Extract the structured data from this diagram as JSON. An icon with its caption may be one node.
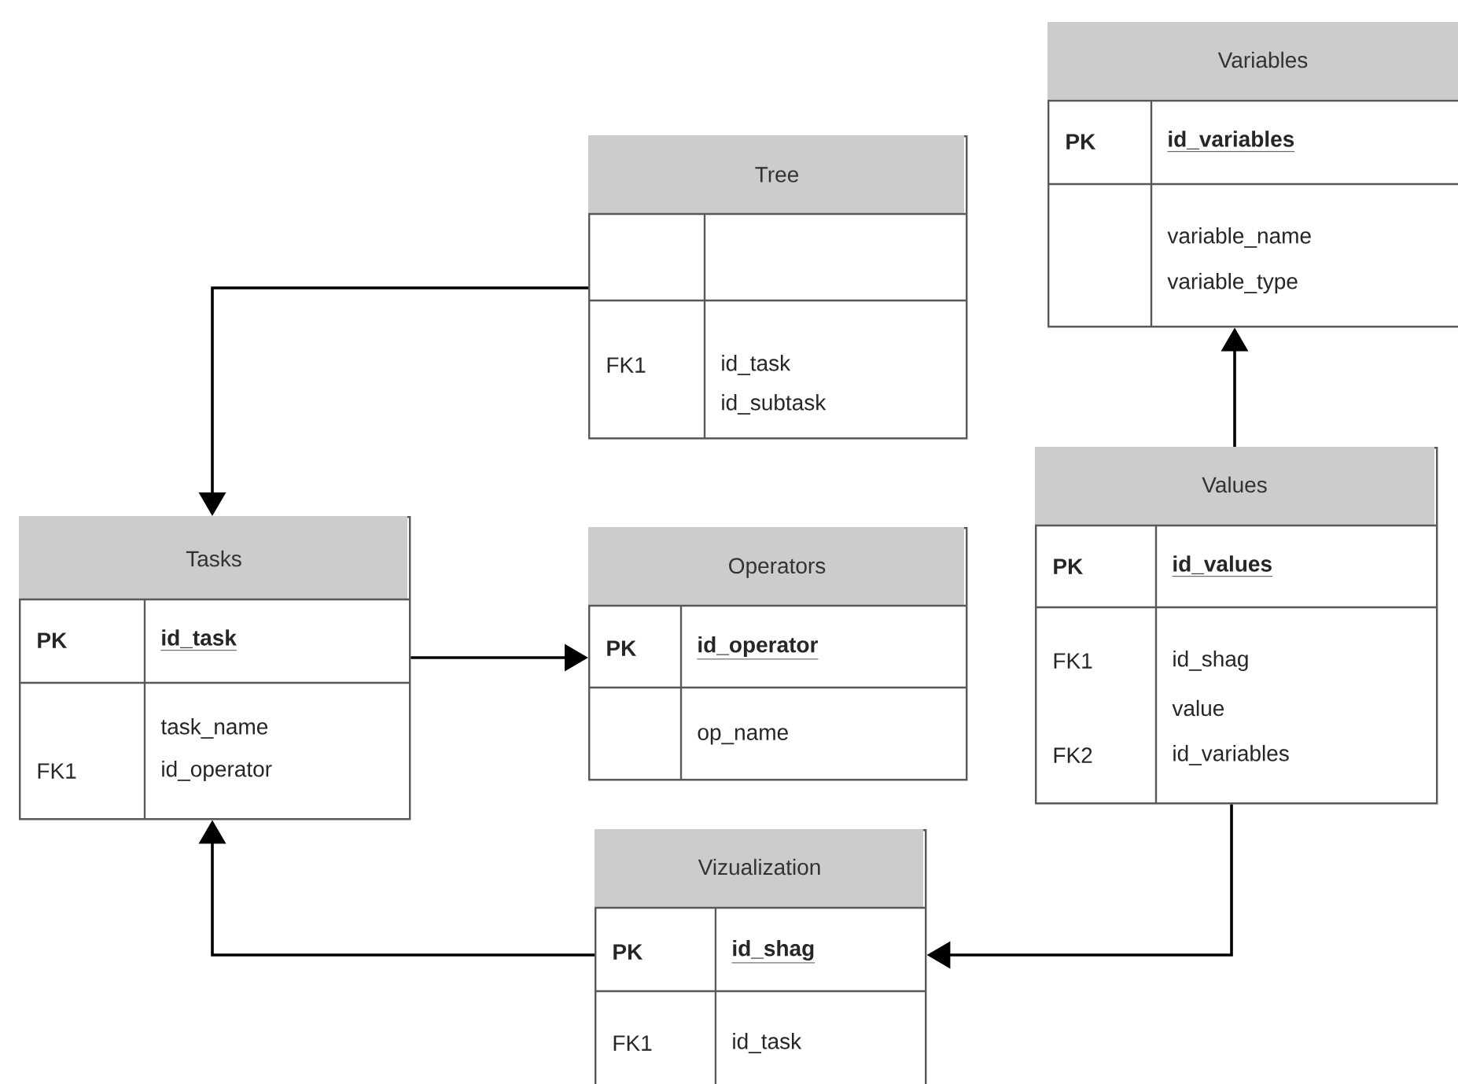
{
  "diagram": {
    "nodes": [
      {
        "text": [
          "Tree",
          "FK1",
          "id_task",
          "id_subtask"
        ]
      },
      {
        "text": [
          "Variables",
          "PK",
          "id_variables",
          "variable_name",
          "variable_type"
        ]
      },
      {
        "text": [
          "Tasks",
          "PK",
          "id_task",
          "task_name",
          "FK1",
          "id_operator"
        ]
      },
      {
        "text": [
          "Operators",
          "PK",
          "id_operator",
          "op_name"
        ]
      },
      {
        "text": [
          "Values",
          "PK",
          "id_values",
          "FK1",
          "id_shag",
          "value",
          "FK2",
          "id_variables"
        ]
      },
      {
        "text": [
          "Vizualization",
          "PK",
          "id_shag",
          "FK1",
          "id_task"
        ]
      }
    ],
    "edges": [
      {
        "from": 0,
        "to": 2,
        "arrow": "to"
      },
      {
        "from": 2,
        "to": 3,
        "arrow": "to"
      },
      {
        "from": 4,
        "to": 1,
        "arrow": "to"
      },
      {
        "from": 4,
        "to": 5,
        "arrow": "to"
      },
      {
        "from": 5,
        "to": 2,
        "arrow": "to"
      }
    ]
  }
}
